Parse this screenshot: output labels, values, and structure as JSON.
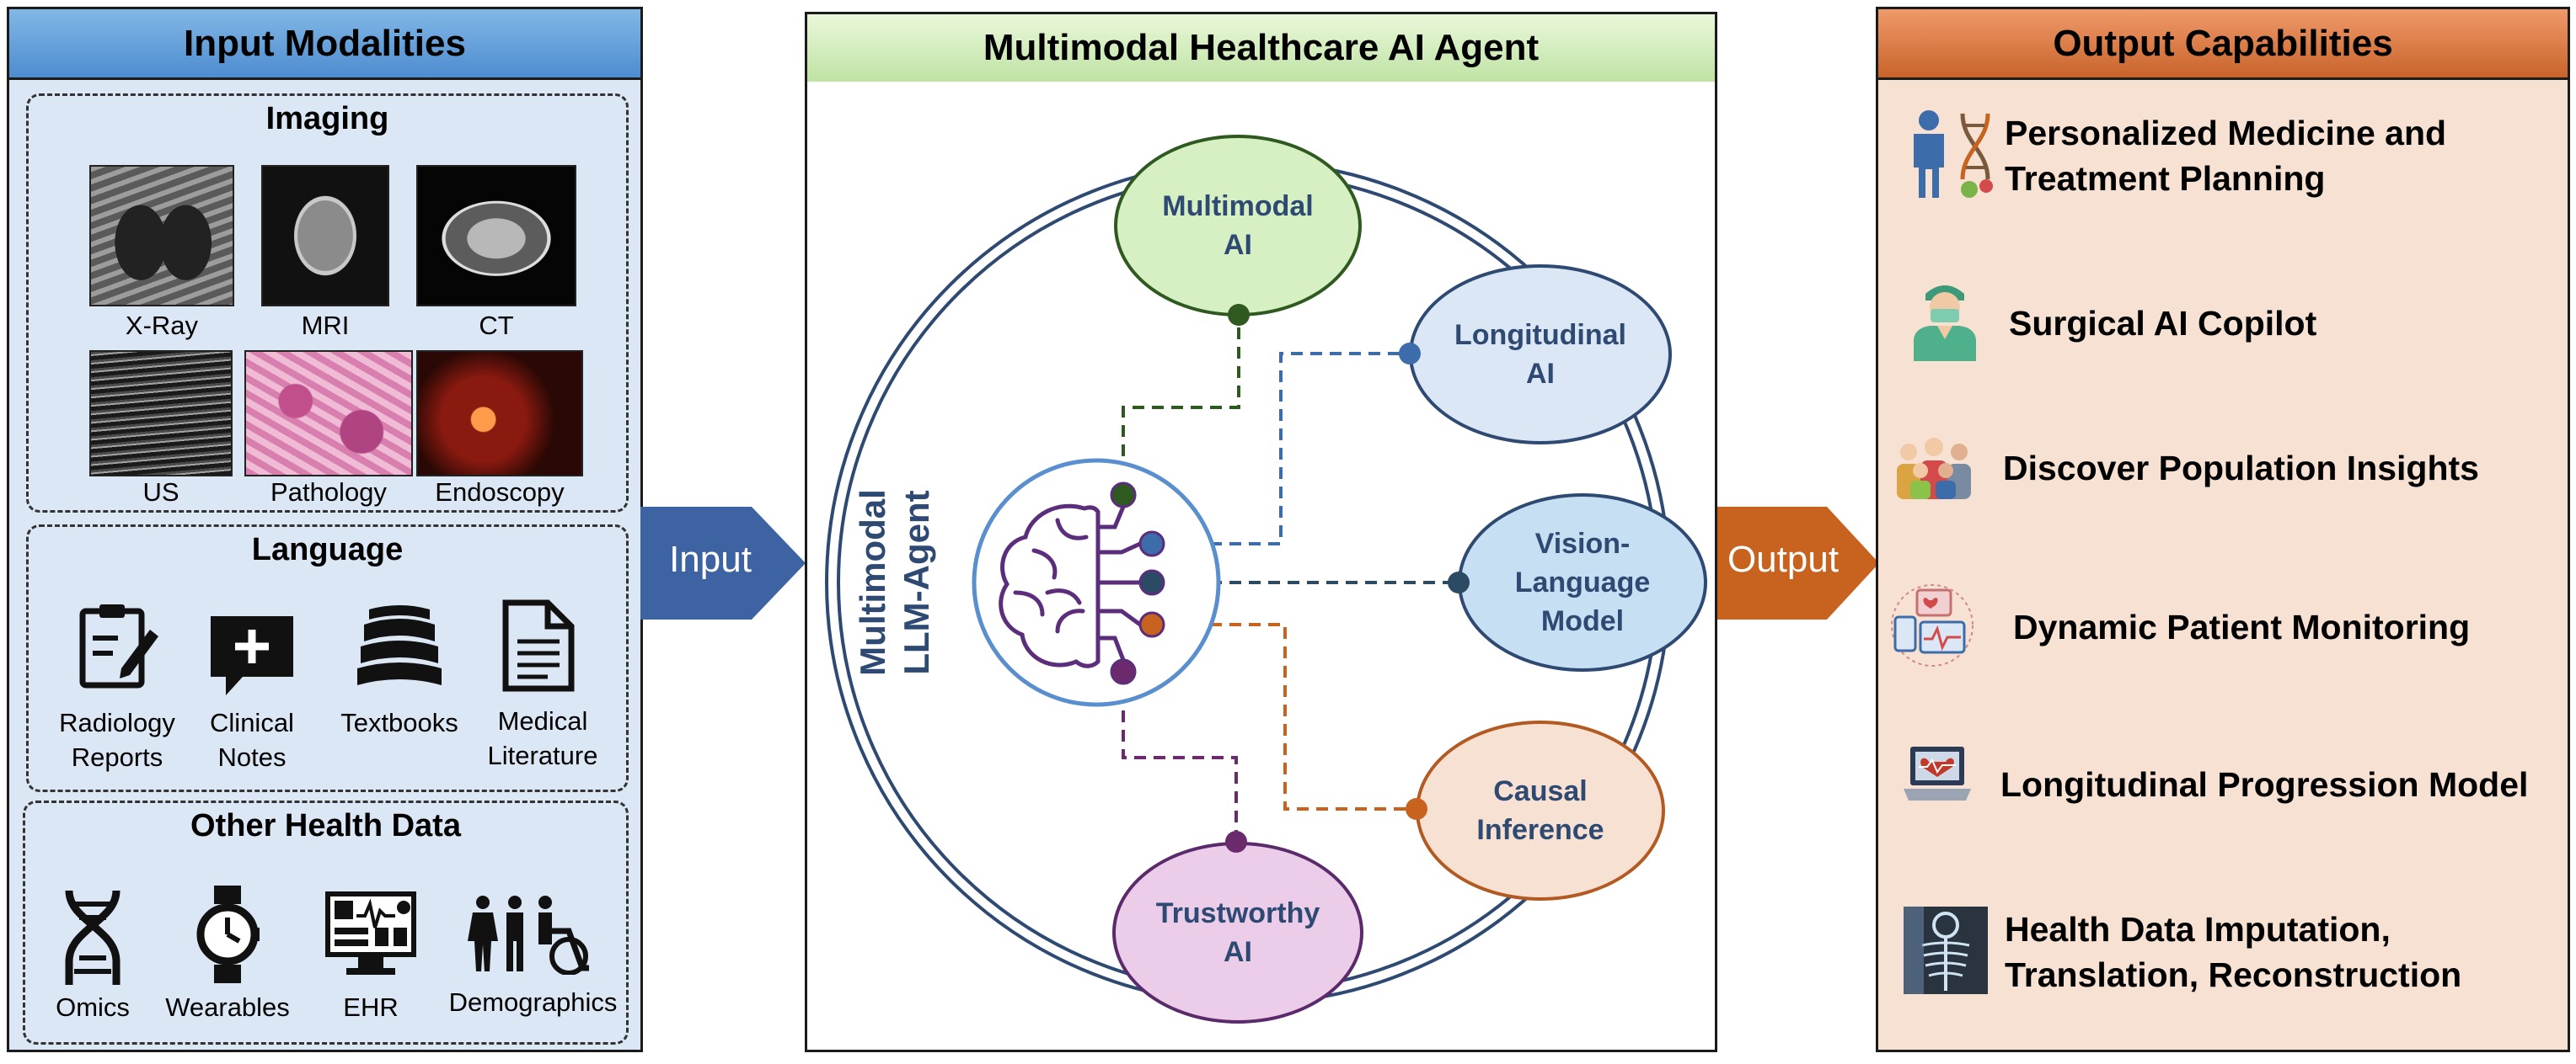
{
  "input_panel": {
    "title": "Input Modalities",
    "imaging": {
      "title": "Imaging",
      "items": [
        {
          "label": "X-Ray",
          "icon": "xray-image"
        },
        {
          "label": "MRI",
          "icon": "mri-image"
        },
        {
          "label": "CT",
          "icon": "ct-image"
        },
        {
          "label": "US",
          "icon": "ultrasound-image"
        },
        {
          "label": "Pathology",
          "icon": "pathology-image"
        },
        {
          "label": "Endoscopy",
          "icon": "endoscopy-image"
        }
      ]
    },
    "language": {
      "title": "Language",
      "items": [
        {
          "label_line1": "Radiology",
          "label_line2": "Reports",
          "icon": "clipboard-pen-icon"
        },
        {
          "label_line1": "Clinical",
          "label_line2": "Notes",
          "icon": "chat-plus-icon"
        },
        {
          "label_line1": "Textbooks",
          "label_line2": "",
          "icon": "books-icon"
        },
        {
          "label_line1": "Medical",
          "label_line2": "Literature",
          "icon": "document-icon"
        }
      ]
    },
    "other": {
      "title": "Other Health Data",
      "items": [
        {
          "label": "Omics",
          "icon": "dna-icon"
        },
        {
          "label": "Wearables",
          "icon": "smartwatch-icon"
        },
        {
          "label": "EHR",
          "icon": "ehr-monitor-icon"
        },
        {
          "label": "Demographics",
          "icon": "people-icon"
        }
      ]
    }
  },
  "arrows": {
    "input": "Input",
    "output": "Output"
  },
  "center_panel": {
    "title": "Multimodal Healthcare AI Agent",
    "agent_label_line1": "Multimodal",
    "agent_label_line2": "LLM-Agent",
    "nodes": [
      {
        "line1": "Multimodal",
        "line2": "AI",
        "color": "#d6f0c4",
        "border": "#2f5a1f",
        "dot": "#2f5a1f"
      },
      {
        "line1": "Longitudinal",
        "line2": "AI",
        "color": "#dbe7f4",
        "border": "#2e4a72",
        "dot": "#3d6cab"
      },
      {
        "line1": "Vision-",
        "line2": "Language",
        "line3": "Model",
        "color": "#c7dff2",
        "border": "#2e4a72",
        "dot": "#2b4a63"
      },
      {
        "line1": "Causal",
        "line2": "Inference",
        "color": "#f7e1d2",
        "border": "#b35a23",
        "dot": "#c7621f"
      },
      {
        "line1": "Trustworthy",
        "line2": "AI",
        "color": "#ebcde9",
        "border": "#5a2a6a",
        "dot": "#6b2a6b"
      }
    ]
  },
  "output_panel": {
    "title": "Output Capabilities",
    "items": [
      {
        "line1": "Personalized Medicine and",
        "line2": "Treatment Planning",
        "icon": "patient-dna-icon"
      },
      {
        "line1": "Surgical AI Copilot",
        "line2": "",
        "icon": "surgeon-icon"
      },
      {
        "line1": "Discover Population Insights",
        "line2": "",
        "icon": "population-icon"
      },
      {
        "line1": "Dynamic Patient Monitoring",
        "line2": "",
        "icon": "monitoring-icon"
      },
      {
        "line1": "Longitudinal Progression Model",
        "line2": "",
        "icon": "laptop-heart-icon"
      },
      {
        "line1": "Health Data Imputation,",
        "line2": "Translation, Reconstruction",
        "icon": "xray-body-icon"
      }
    ]
  }
}
